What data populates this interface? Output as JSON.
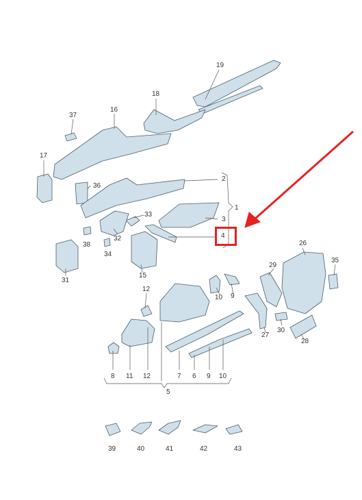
{
  "diagram": {
    "labels": {
      "p1": "1",
      "p2": "2",
      "p3": "3",
      "p4": "4",
      "p5": "5",
      "p6a": "6",
      "p7a": "7",
      "p8a": "8",
      "p9a": "9",
      "p9b": "9",
      "p10a": "10",
      "p10b": "10",
      "p11": "11",
      "p12a": "12",
      "p12b": "12",
      "p15": "15",
      "p16": "16",
      "p17": "17",
      "p18": "18",
      "p19": "19",
      "p26": "26",
      "p27": "27",
      "p28": "28",
      "p29": "29",
      "p30": "30",
      "p31": "31",
      "p32": "32",
      "p33": "33",
      "p34": "34",
      "p35": "35",
      "p36": "36",
      "p37": "37",
      "p38": "38",
      "p39": "39",
      "p40": "40",
      "p41": "41",
      "p42": "42",
      "p43": "43"
    },
    "highlighted_part": "4",
    "colors": {
      "part_fill": "#cfe0ea",
      "part_stroke": "#4a5c6a",
      "highlight": "#e52222",
      "arrow": "#e52222",
      "label_text": "#333333"
    }
  }
}
